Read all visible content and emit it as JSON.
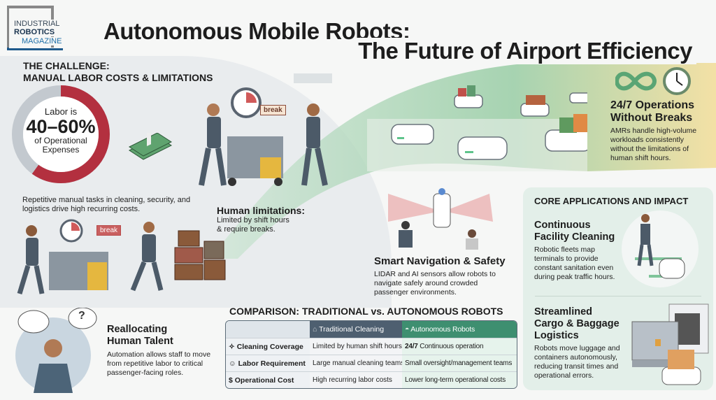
{
  "logo": {
    "line1": "INDUSTRIAL",
    "line2": "ROBOTICS",
    "line3": "MAGAZINE"
  },
  "title": {
    "line1": "Autonomous Mobile Robots:",
    "line2": "The Future of Airport Efficiency"
  },
  "challenge": {
    "heading1": "THE CHALLENGE:",
    "heading2": "MANUAL LABOR COSTS & LIMITATIONS",
    "donut": {
      "line1": "Labor is",
      "value": "40–60%",
      "line2": "of Operational",
      "line3": "Expenses",
      "share_low_percent": 40,
      "share_high_percent": 60,
      "colors": {
        "labor": "#b3303f",
        "other": "#c3c9cf"
      }
    },
    "description": "Repetitive manual tasks in cleaning, security, and logistics drive high recurring costs.",
    "break_sign": "break",
    "human_limitations": {
      "title": "Human limitations:",
      "text1": "Limited by shift hours",
      "text2": "& require breaks."
    }
  },
  "operations": {
    "title1": "24/7 Operations",
    "title2": "Without Breaks",
    "text": "AMRs handle high-volume workloads consistently without the limitations of human shift hours."
  },
  "navigation": {
    "title": "Smart Navigation & Safety",
    "text": "LIDAR and AI sensors allow robots to navigate safely around crowded passenger environments."
  },
  "core": {
    "heading": "CORE APPLICATIONS AND IMPACT",
    "items": [
      {
        "title1": "Continuous",
        "title2": "Facility Cleaning",
        "text": "Robotic fleets map terminals to provide constant sanitation even during peak traffic hours."
      },
      {
        "title1": "Streamlined",
        "title2": "Cargo & Baggage",
        "title3": "Logistics",
        "text": "Robots move luggage and containers autonomously, reducing transit times and operational errors."
      }
    ]
  },
  "comparison": {
    "heading": "COMPARISON: TRADITIONAL vs. AUTONOMOUS ROBOTS",
    "columns": [
      "",
      "Traditional Cleaning",
      "Autonomous Robots"
    ],
    "rows": [
      {
        "icon": "sparkle-icon",
        "label": "Cleaning Coverage",
        "traditional": "Limited by human shift hours",
        "auto_bold": "24/7",
        "autonomous": " Continuous operation"
      },
      {
        "icon": "people-icon",
        "label": "Labor Requirement",
        "traditional": "Large manual cleaning teams",
        "auto_bold": "",
        "autonomous": "Small oversight/management teams"
      },
      {
        "icon": "money-bag-icon",
        "label": "Operational Cost",
        "traditional": "High recurring labor costs",
        "auto_bold": "",
        "autonomous": "Lower long-term operational costs"
      }
    ]
  },
  "talent": {
    "title1": "Reallocating",
    "title2": "Human Talent",
    "text": "Automation allows staff to move from repetitive labor to critical passenger-facing roles.",
    "thought": "?"
  }
}
